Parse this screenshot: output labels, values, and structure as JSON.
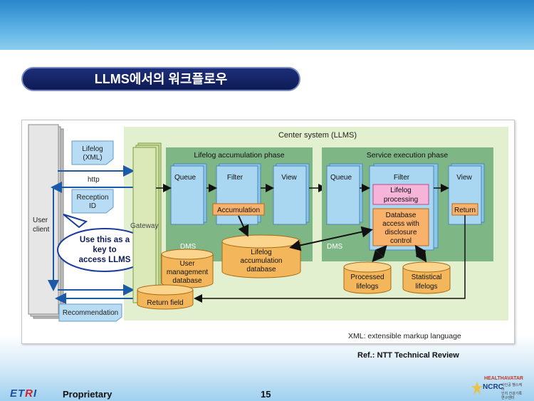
{
  "slide": {
    "title": "LLMS에서의 워크플로우",
    "reference": "Ref.: NTT Technical Review",
    "footer_left": "Proprietary",
    "page_number": "15",
    "logo_etri": "ETRI",
    "logo_ncrc_top": "HEALTHAVATAR",
    "logo_ncrc_main": "NCRC",
    "logo_ncrc_sub": "사인공 헬스케어 인지 건강기록연구센터"
  },
  "diagram": {
    "center_title": "Center system (LLMS)",
    "user_client": "User client",
    "lifelog_xml": "Lifelog (XML)",
    "http": "http",
    "reception_id": "Reception ID",
    "callout": "Use this as a key to access LLMS",
    "recommendation": "Recommendation",
    "gateway": "Gateway",
    "return_field": "Return field",
    "accumulation_phase": {
      "title": "Lifelog accumulation phase",
      "queue": "Queue",
      "filter": "Filter",
      "view": "View",
      "accumulation": "Accumulation",
      "dms": "DMS"
    },
    "service_phase": {
      "title": "Service execution phase",
      "queue": "Queue",
      "filter": "Filter",
      "view": "View",
      "lifelog_processing": "Lifelog processing",
      "database_access": "Database access with disclosure control",
      "return": "Return",
      "dms": "DMS"
    },
    "user_db": "User management database",
    "lifelog_db": "Lifelog accumulation database",
    "processed_lifelogs": "Processed lifelogs",
    "statistical_lifelogs": "Statistical lifelogs",
    "xml_note": "XML: extensible markup language"
  }
}
